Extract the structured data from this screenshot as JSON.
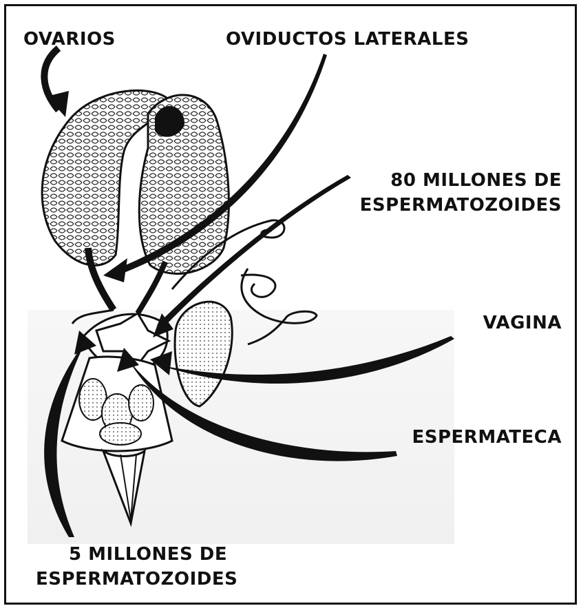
{
  "diagram": {
    "labels": {
      "ovarios": "OVARIOS",
      "oviductos": "OVIDUCTOS LATERALES",
      "esperma80_l1": "80 MILLONES DE",
      "esperma80_l2": "ESPERMATOZOIDES",
      "vagina": "VAGINA",
      "espermateca": "ESPERMATECA",
      "esperma5_l1": "5 MILLONES DE",
      "esperma5_l2": "ESPERMATOZOIDES"
    },
    "colors": {
      "ink": "#111111",
      "background": "#ffffff"
    }
  }
}
